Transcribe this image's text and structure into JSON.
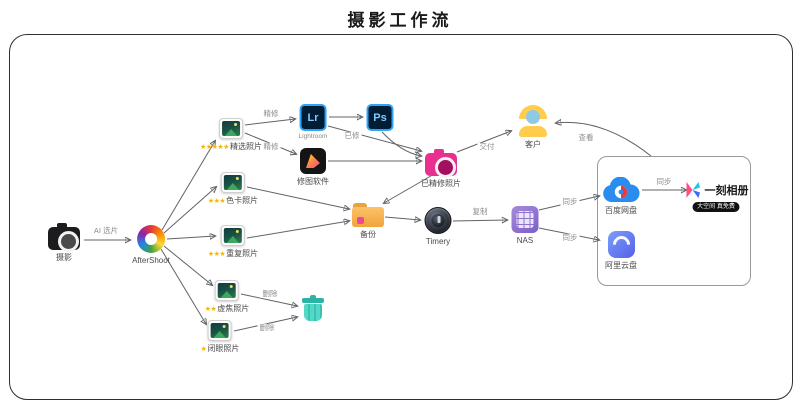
{
  "title": "摄影工作流",
  "colors": {
    "star": "#f7b500",
    "adobe_blue": "#2fa3f7",
    "accent_pink": "#e7308f",
    "nas_purple": "#7c5fc7",
    "cloud_blue": "#2b8cf0"
  },
  "icons": {
    "camera-icon": "black camera",
    "aftershoot-icon": "colorful pinwheel logo",
    "photo-thumb-icon": "photo thumbnail",
    "lightroom-icon": "Lr app tile",
    "photoshop-icon": "Ps app tile",
    "retouch-app-icon": "black editing app with brush",
    "retouched-camera-icon": "pink camera",
    "customer-icon": "person",
    "folder-icon": "backup folder",
    "timery-icon": "dark dial",
    "nas-icon": "purple server grid",
    "baidu-cloud-icon": "blue cloud",
    "aliyun-icon": "blue rounded square with arc",
    "yike-logo-icon": "colorful mark",
    "trash-icon": "teal trash can"
  },
  "nodes": {
    "shoot": {
      "label": "摄影"
    },
    "aftershoot": {
      "label": "AfterShoot"
    },
    "picks": {
      "stars": "★★★★★",
      "label": "精选照片"
    },
    "colorcard": {
      "stars": "★★★",
      "label": "色卡照片"
    },
    "duplicates": {
      "stars": "★★★",
      "label": "重复照片"
    },
    "blurry": {
      "stars": "★★",
      "label": "虚焦照片"
    },
    "closed_eyes": {
      "stars": "★",
      "label": "闭眼照片"
    },
    "lightroom": {
      "abbr": "Lr",
      "label": "Lightroom"
    },
    "photoshop": {
      "abbr": "Ps"
    },
    "retouch_app": {
      "label": "修图软件"
    },
    "retouched": {
      "label": "已精修照片"
    },
    "customer": {
      "label": "客户"
    },
    "backup": {
      "label": "备份"
    },
    "timery": {
      "label": "Timery"
    },
    "nas": {
      "label": "NAS"
    },
    "baidu_pan": {
      "label": "百度网盘"
    },
    "aliyun_drive": {
      "label": "阿里云盘"
    },
    "yike_album": {
      "label": "一刻相册",
      "badge": "大空间 真免费"
    }
  },
  "edges": {
    "ai_select": "AI 选片",
    "retouch_lr": "精修",
    "retouch_app": "精修",
    "retouched_done": "已修",
    "deliver": "交付",
    "view": "查看",
    "copy": "复制",
    "sync_baidu": "同步",
    "sync_aliyun": "同步",
    "sync_yike": "同步",
    "delete_blurry": "删除",
    "delete_closed": "删除"
  }
}
